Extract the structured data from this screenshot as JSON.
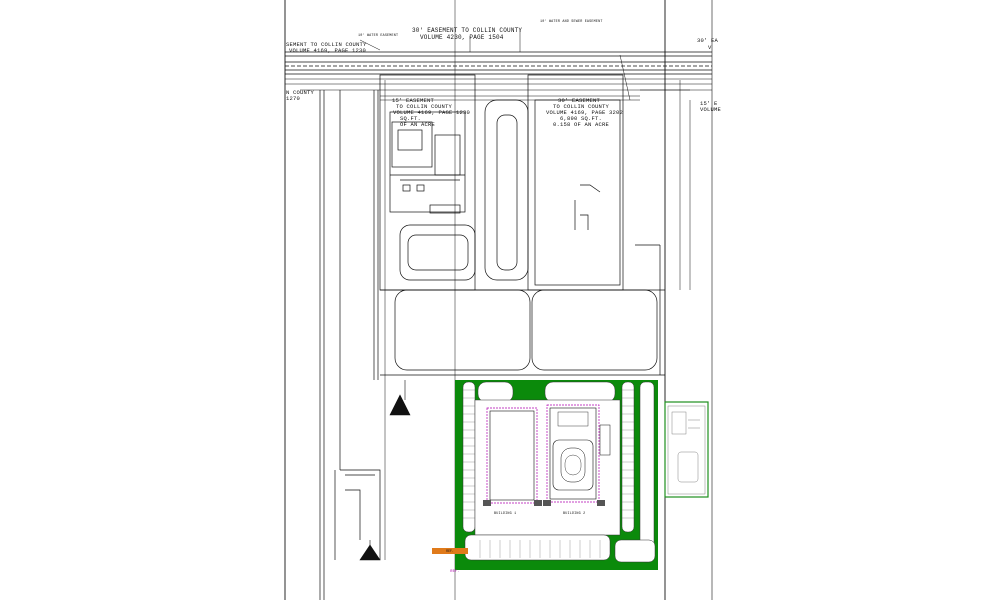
{
  "easements": {
    "top_center_line1": "30' EASEMENT TO COLLIN COUNTY",
    "top_center_line2": "VOLUME 4230, PAGE 1504",
    "top_left_line1": "SEMENT TO COLLIN COUNTY",
    "top_left_line2": "VOLUME 4169, PAGE 1230",
    "top_right_line1": "30' EA",
    "top_right_line2": "V",
    "left_line1": "N COUNTY",
    "left_line2": "1270",
    "left_lot_line1": "15' EASEMENT",
    "left_lot_line2": "TO COLLIN COUNTY",
    "left_lot_line3": "VOLUME 4169, PAGE 1230",
    "left_lot_line4": "SQ.FT.",
    "left_lot_line5": "OF AN ACRE",
    "mid_line1": "30' EASEMENT",
    "mid_line2": "TO COLLIN COUNTY",
    "mid_line3": "VOLUME 4169, PAGE 3202",
    "mid_line4": "6,890 SQ.FT.",
    "mid_line5": "0.158 OF AN ACRE",
    "right_line1": "15' E",
    "right_line2": "VOLUME"
  },
  "water_easements": {
    "a": "10' WATER EASEMENT",
    "b": "10' WATER AND SEWER EASEMENT"
  },
  "buildings": {
    "one_label": "BUILDING 1",
    "two_label": "BUILDING 2"
  },
  "callouts": {
    "orange_tag": "REF.",
    "magenta_bottom": "REF."
  },
  "colors": {
    "landscape": "#0b8a0b",
    "linework": "#111111",
    "pavement_outline": "#333333",
    "annotation": "#b000b0",
    "tag": "#e07a1a",
    "detail_border": "#1f8f1f"
  }
}
